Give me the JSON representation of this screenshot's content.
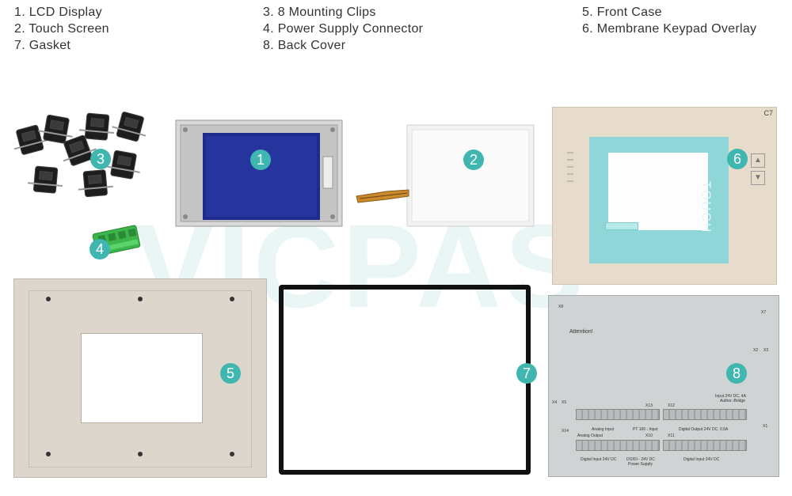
{
  "legend": {
    "col1": [
      "1. LCD Display",
      "2. Touch Screen",
      "7. Gasket"
    ],
    "col2": [
      "3. 8 Mounting Clips",
      "4. Power Supply Connector",
      "8. Back Cover"
    ],
    "col3": [
      "5. Front Case",
      "6. Membrane Keypad Overlay"
    ]
  },
  "watermark": "VICPAS",
  "badges": {
    "b1": "1",
    "b2": "2",
    "b3": "3",
    "b4": "4",
    "b5": "5",
    "b6": "6",
    "b7": "7",
    "b8": "8"
  },
  "front_case_overlay": {
    "model": "C7",
    "touch_text": "TOUCH"
  },
  "back_cover": {
    "attention": "Attention!",
    "x8": "X8",
    "x7": "X7",
    "x2": "X2",
    "x3": "X3",
    "x4": "X4",
    "x5": "X5",
    "x13": "X13",
    "x12": "X12",
    "x14": "X14",
    "x10": "X10",
    "x11": "X11",
    "x1": "X1",
    "analog_input": "Analog Input",
    "pt100": "PT 100 - Input",
    "digital_output": "Digital Output 24V DC, 0.5A",
    "analog_output": "Analog Output",
    "digital_input": "Digital Input 24V DC",
    "power_supply_1": "DO/DI - 24V DC",
    "power_supply_2": "Power Supply",
    "input_24v": "Input 24V DC, 4A",
    "author": "Author.-Bridge"
  }
}
